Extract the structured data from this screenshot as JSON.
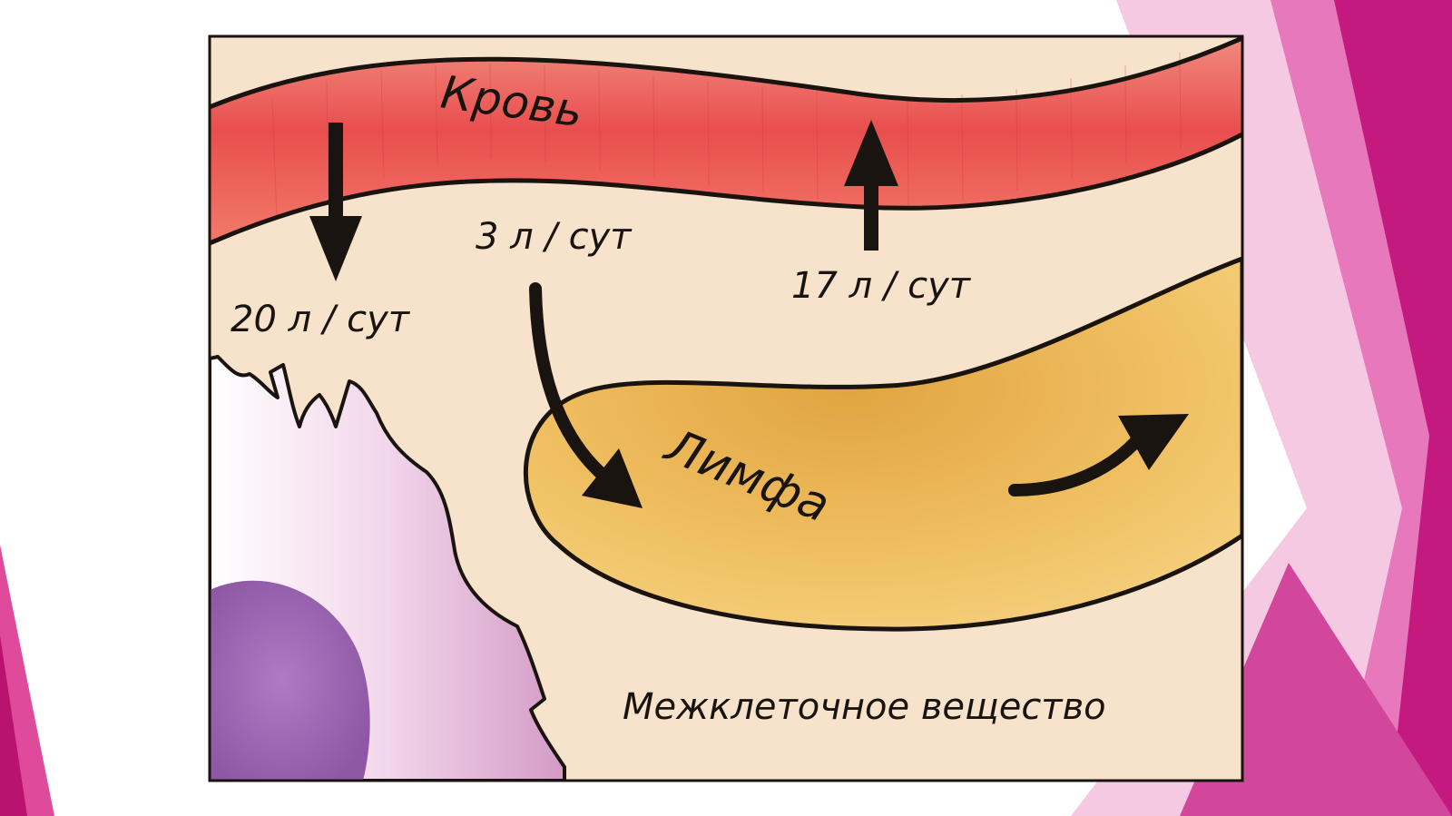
{
  "diagram": {
    "labels": {
      "blood": "Кровь",
      "lymph": "Лимфа",
      "interstitial": "Межклеточное вещество",
      "flow_out": "20 л / сут",
      "flow_lymph": "3 л / сут",
      "flow_back": "17 л / сут"
    }
  },
  "colors": {
    "blood": "#ec5a55",
    "lymph": "#ecbb5c",
    "background": "#f7e2cc",
    "cell": "#e3b3d6",
    "slide_accent": "#c4197e"
  }
}
